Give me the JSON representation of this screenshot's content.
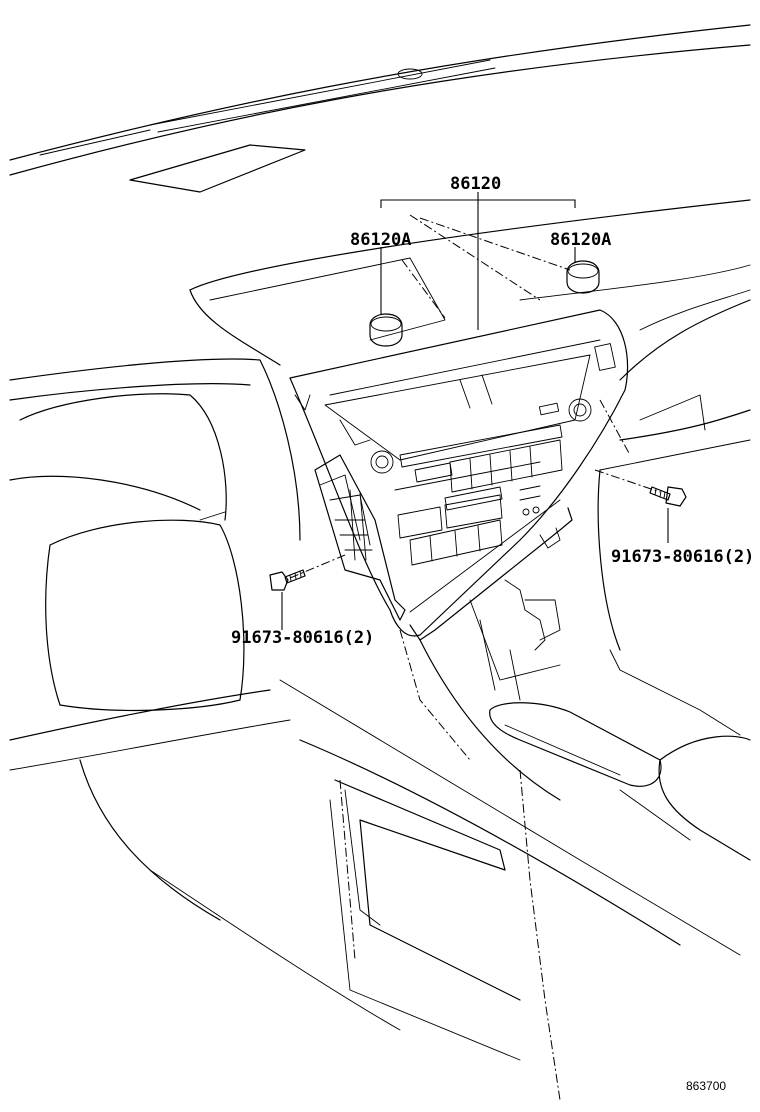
{
  "labels": {
    "assembly": "86120",
    "knob_left": "86120A",
    "knob_right": "86120A",
    "screw_right": "91673-80616(2)",
    "screw_left": "91673-80616(2)"
  },
  "figure_number": "863700"
}
